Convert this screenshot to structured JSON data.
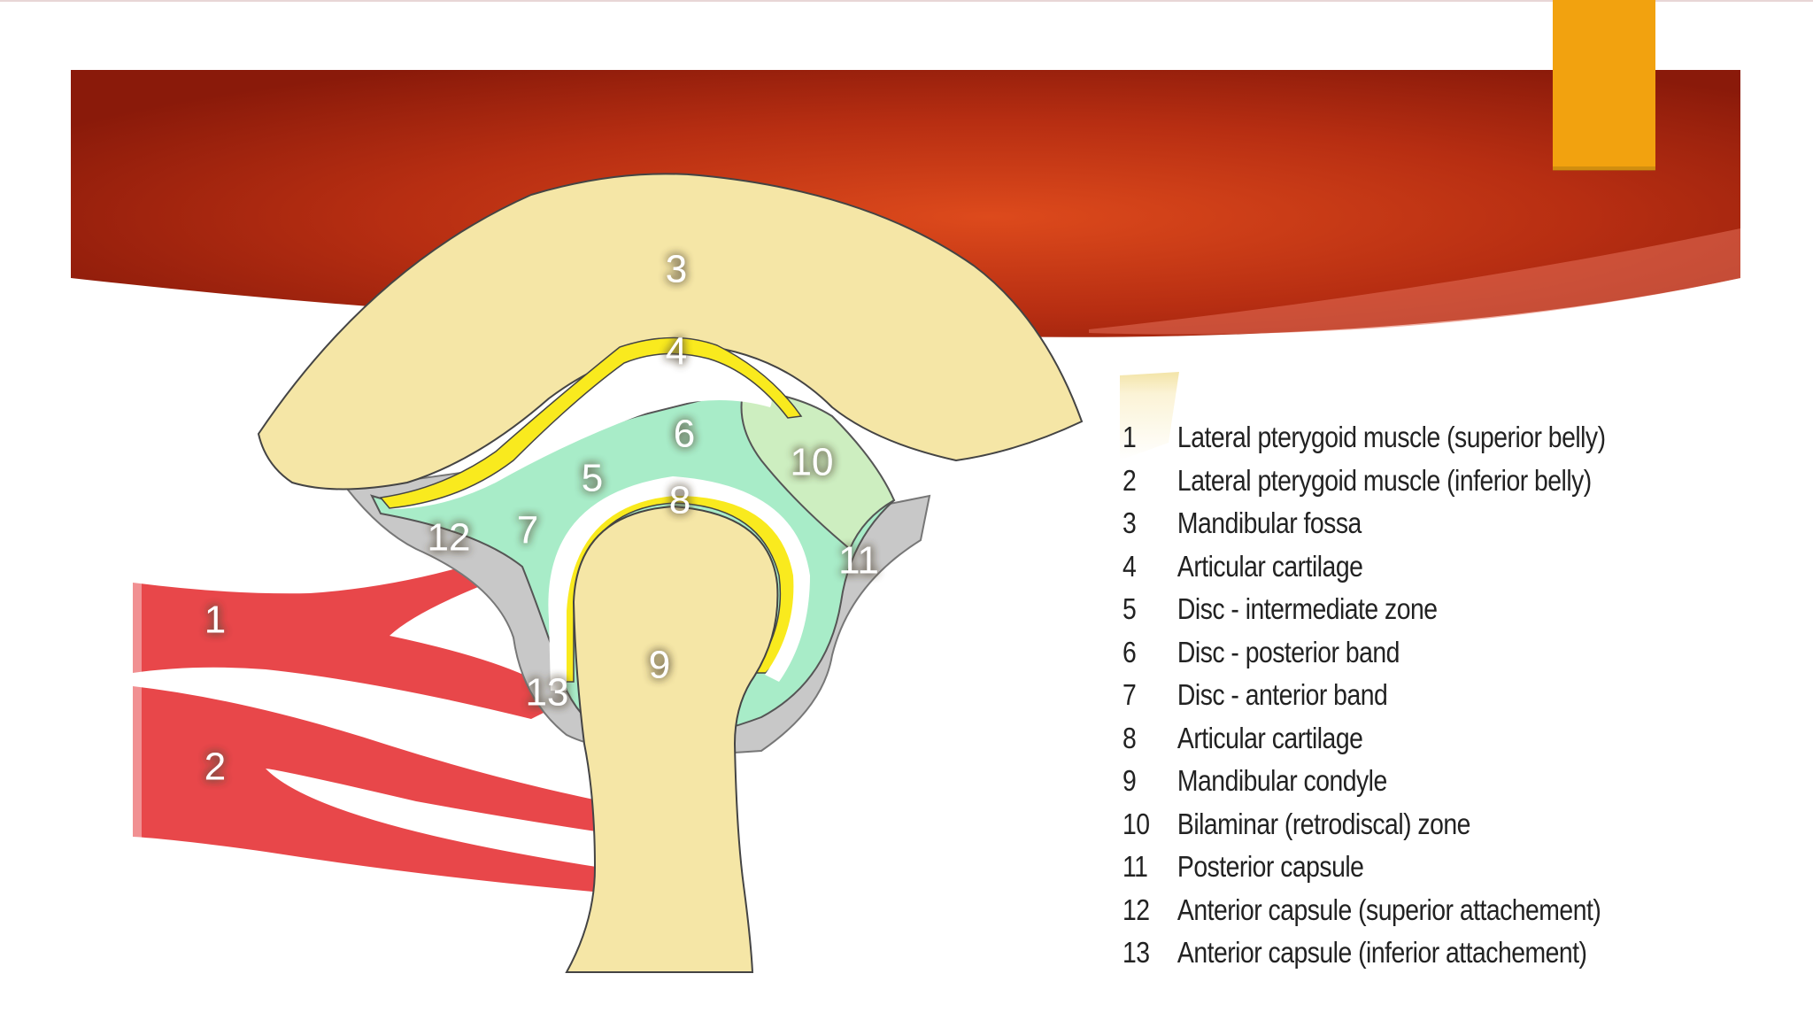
{
  "diagram": {
    "labels": [
      "1",
      "2",
      "3",
      "4",
      "5",
      "6",
      "7",
      "8",
      "9",
      "10",
      "11",
      "12",
      "13"
    ]
  },
  "legend": {
    "items": [
      {
        "num": "1",
        "text": "Lateral pterygoid muscle (superior belly)"
      },
      {
        "num": "2",
        "text": "Lateral pterygoid muscle (inferior belly)"
      },
      {
        "num": "3",
        "text": "Mandibular fossa"
      },
      {
        "num": "4",
        "text": "Articular cartilage"
      },
      {
        "num": "5",
        "text": "Disc - intermediate zone"
      },
      {
        "num": "6",
        "text": "Disc - posterior band"
      },
      {
        "num": "7",
        "text": "Disc - anterior band"
      },
      {
        "num": "8",
        "text": "Articular cartilage"
      },
      {
        "num": "9",
        "text": "Mandibular condyle"
      },
      {
        "num": "10",
        "text": "Bilaminar (retrodiscal) zone"
      },
      {
        "num": "11",
        "text": "Posterior capsule"
      },
      {
        "num": "12",
        "text": "Anterior capsule (superior attachement)"
      },
      {
        "num": "13",
        "text": "Anterior capsule (inferior attachement)"
      }
    ]
  },
  "colors": {
    "banner_dark": "#8c1a0a",
    "banner_light": "#d8421b",
    "accent_tab": "#f2a20f",
    "bone": "#f5e6a6",
    "cartilage": "#f9ea1e",
    "disc": "#a8ecc8",
    "retrodiscal": "#cdeec0",
    "capsule": "#c8c8c8",
    "muscle": "#e8474a"
  }
}
